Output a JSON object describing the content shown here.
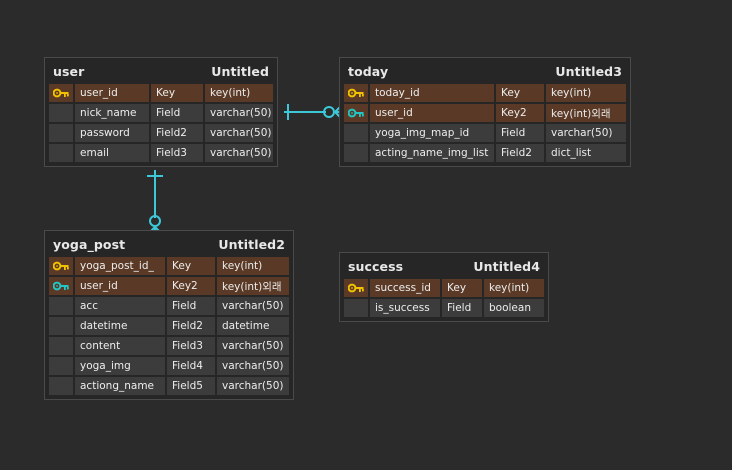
{
  "canvas": {
    "background": "#2b2b2b",
    "relation_color": "#3cc8d8",
    "pk_key_color": "#f2c200",
    "fk_key_color": "#22c6c6",
    "key_row_color": "#5a3a26",
    "field_row_color": "#3c3c3c"
  },
  "labels": {
    "key_icon": "key-icon"
  },
  "entities": [
    {
      "id": "user",
      "title": "user",
      "subtitle": "Untitled",
      "rows": [
        {
          "key": true,
          "icon": "pk",
          "name": "user_id",
          "type": "Key",
          "dtype": "key(int)"
        },
        {
          "key": false,
          "icon": "",
          "name": "nick_name",
          "type": "Field",
          "dtype": "varchar(50)"
        },
        {
          "key": false,
          "icon": "",
          "name": "password",
          "type": "Field2",
          "dtype": "varchar(50)"
        },
        {
          "key": false,
          "icon": "",
          "name": "email",
          "type": "Field3",
          "dtype": "varchar(50)"
        }
      ]
    },
    {
      "id": "today",
      "title": "today",
      "subtitle": "Untitled3",
      "rows": [
        {
          "key": true,
          "icon": "pk",
          "name": "today_id",
          "type": "Key",
          "dtype": "key(int)"
        },
        {
          "key": true,
          "icon": "fk",
          "name": "user_id",
          "type": "Key2",
          "dtype": "key(int)외래"
        },
        {
          "key": false,
          "icon": "",
          "name": "yoga_img_map_id",
          "type": "Field",
          "dtype": "varchar(50)"
        },
        {
          "key": false,
          "icon": "",
          "name": "acting_name_img_list",
          "type": "Field2",
          "dtype": "dict_list"
        }
      ]
    },
    {
      "id": "yogapost",
      "title": "yoga_post",
      "subtitle": "Untitled2",
      "rows": [
        {
          "key": true,
          "icon": "pk",
          "name": "yoga_post_id_",
          "type": "Key",
          "dtype": "key(int)"
        },
        {
          "key": true,
          "icon": "fk",
          "name": "user_id",
          "type": "Key2",
          "dtype": "key(int)외래"
        },
        {
          "key": false,
          "icon": "",
          "name": "acc",
          "type": "Field",
          "dtype": "varchar(50)"
        },
        {
          "key": false,
          "icon": "",
          "name": "datetime",
          "type": "Field2",
          "dtype": "datetime"
        },
        {
          "key": false,
          "icon": "",
          "name": "content",
          "type": "Field3",
          "dtype": "varchar(50)"
        },
        {
          "key": false,
          "icon": "",
          "name": "yoga_img",
          "type": "Field4",
          "dtype": "varchar(50)"
        },
        {
          "key": false,
          "icon": "",
          "name": "actiong_name",
          "type": "Field5",
          "dtype": "varchar(50)"
        }
      ]
    },
    {
      "id": "success",
      "title": "success",
      "subtitle": "Untitled4",
      "rows": [
        {
          "key": true,
          "icon": "pk",
          "name": "success_id",
          "type": "Key",
          "dtype": "key(int)"
        },
        {
          "key": false,
          "icon": "",
          "name": "is_success",
          "type": "Field",
          "dtype": "boolean"
        }
      ]
    }
  ],
  "relationships": [
    {
      "id": "user-today",
      "from": "user",
      "to": "today",
      "from_cardinality": "one",
      "to_cardinality": "zero-or-many"
    },
    {
      "id": "user-yogapost",
      "from": "user",
      "to": "yogapost",
      "from_cardinality": "one",
      "to_cardinality": "zero-or-many"
    }
  ]
}
